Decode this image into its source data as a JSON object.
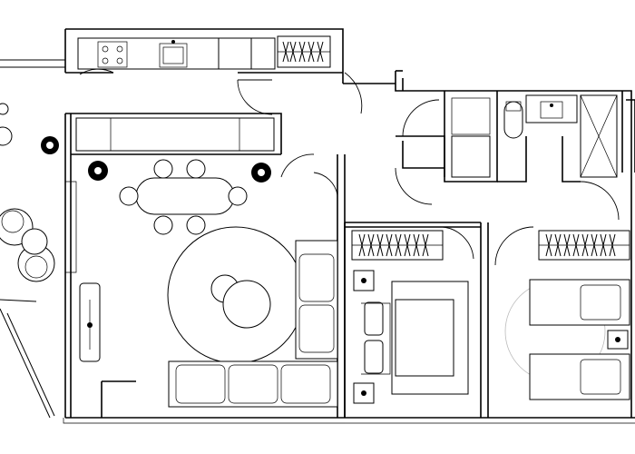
{
  "plan": {
    "rooms": [
      "kitchen",
      "living-dining",
      "entrance",
      "bathroom",
      "bedroom-1",
      "bedroom-2",
      "terrace"
    ]
  }
}
